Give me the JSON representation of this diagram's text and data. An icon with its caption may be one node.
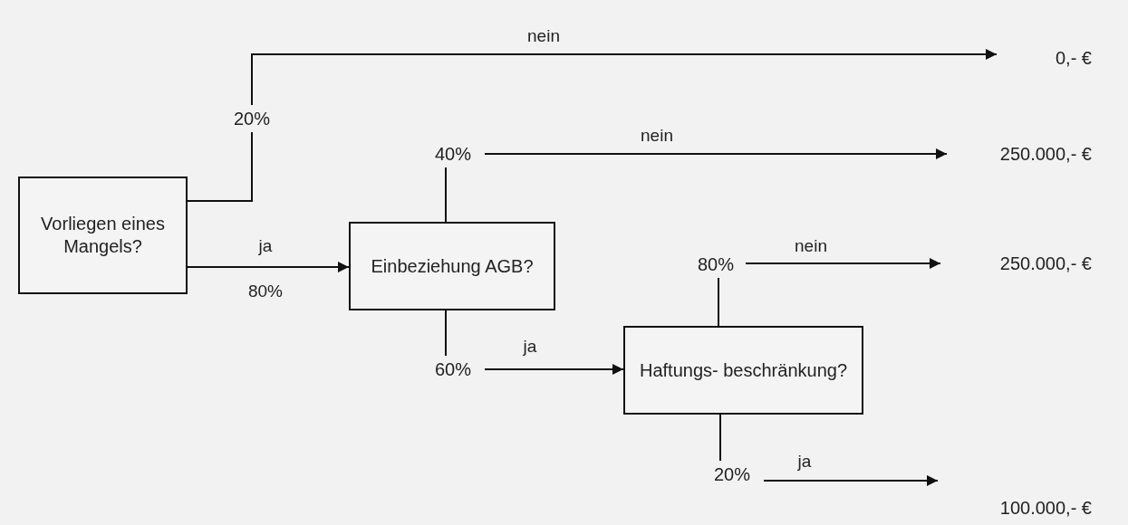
{
  "diagram": {
    "nodes": [
      {
        "text": [
          "Vorliegen eines Mangels?"
        ]
      },
      {
        "text": [
          "Einbeziehung AGB?"
        ]
      },
      {
        "text": [
          "Haftungs- beschränkung?"
        ]
      },
      {
        "text": [
          "20%"
        ]
      },
      {
        "text": [
          "40%"
        ]
      },
      {
        "text": [
          "60%"
        ]
      },
      {
        "text": [
          "80%"
        ]
      },
      {
        "text": [
          "20%"
        ]
      },
      {
        "text": [
          "0,- €"
        ]
      },
      {
        "text": [
          "250.000,- €"
        ]
      },
      {
        "text": [
          "250.000,- €"
        ]
      },
      {
        "text": [
          "100.000,- €"
        ]
      }
    ],
    "edges": [
      {
        "from": 0,
        "to": 3,
        "arrow": "none"
      },
      {
        "from": 3,
        "to": 8,
        "arrow": "to",
        "label": "nein"
      },
      {
        "from": 0,
        "to": 1,
        "arrow": "to",
        "label": "ja"
      },
      {
        "from": 1,
        "to": 4,
        "arrow": "none"
      },
      {
        "from": 4,
        "to": 9,
        "arrow": "to",
        "label": "nein"
      },
      {
        "from": 1,
        "to": 5,
        "arrow": "none"
      },
      {
        "from": 5,
        "to": 2,
        "arrow": "to",
        "label": "ja"
      },
      {
        "from": 2,
        "to": 6,
        "arrow": "none"
      },
      {
        "from": 6,
        "to": 10,
        "arrow": "to",
        "label": "nein"
      },
      {
        "from": 2,
        "to": 7,
        "arrow": "none"
      },
      {
        "from": 7,
        "to": 11,
        "arrow": "to",
        "label": "ja"
      }
    ],
    "labels": [
      "80%"
    ]
  }
}
